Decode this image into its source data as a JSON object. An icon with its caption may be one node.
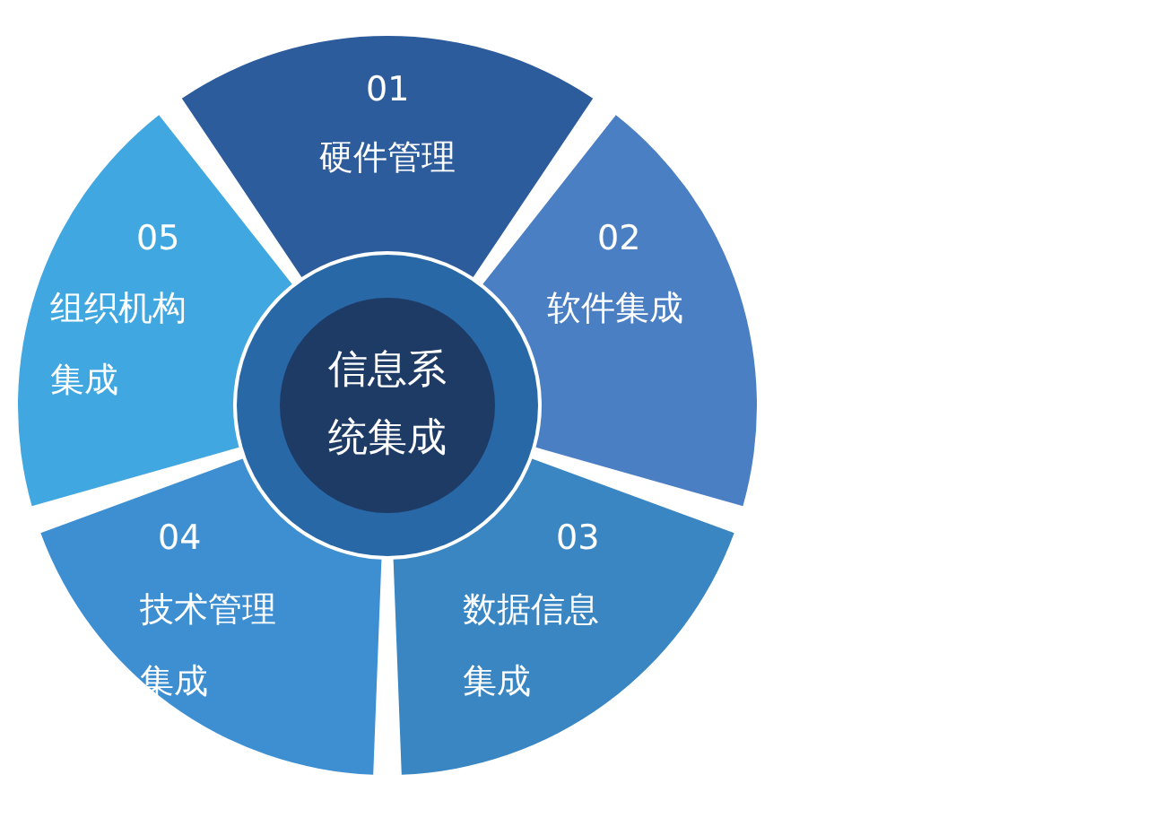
{
  "diagram": {
    "nodes": [
      {
        "text": [
          "01",
          "硬件管理"
        ]
      },
      {
        "text": [
          "02",
          "软件集成"
        ]
      },
      {
        "text": [
          "03",
          "数据信息集成"
        ]
      },
      {
        "text": [
          "04",
          "技术管理集成"
        ]
      },
      {
        "text": [
          "05",
          "组织机构集成"
        ]
      },
      {
        "text": [
          "信息系统集成"
        ]
      }
    ]
  }
}
